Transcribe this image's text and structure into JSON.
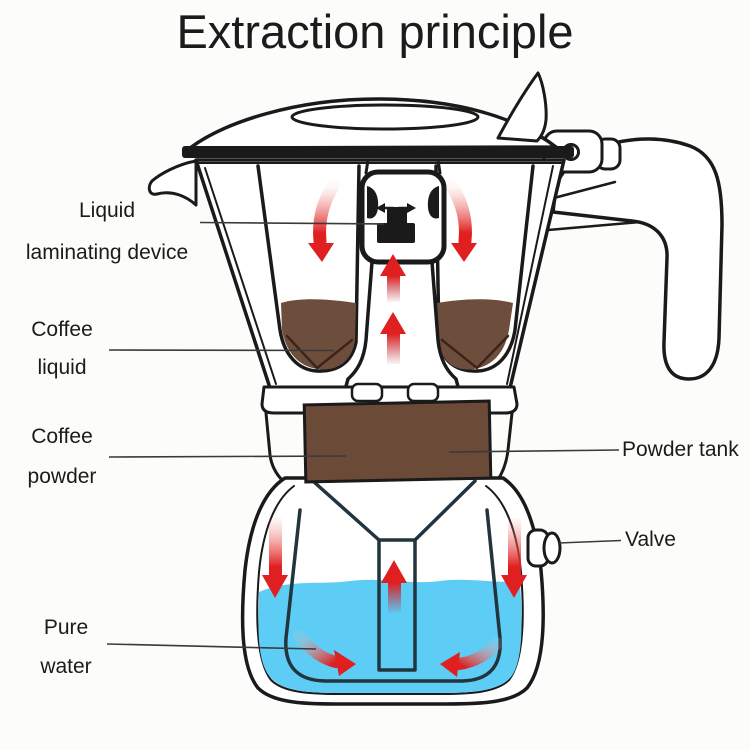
{
  "title": "Extraction principle",
  "labels": {
    "liquid_laminating_device": {
      "line1": "Liquid",
      "line2": "laminating device"
    },
    "coffee_liquid": {
      "line1": "Coffee",
      "line2": "liquid"
    },
    "coffee_powder": {
      "line1": "Coffee",
      "line2": "powder"
    },
    "pure_water": {
      "line1": "Pure",
      "line2": "water"
    },
    "powder_tank": "Powder tank",
    "valve": "Valve"
  },
  "colors": {
    "outline": "#1a1a1a",
    "coffee-liquid": "#6d4e3c",
    "coffee-powder": "#6b4a38",
    "water": "#5ecdf5",
    "funnel": "#22343d",
    "arrow-red": "#e02020",
    "background": "#fcfcfa",
    "text": "#1b1b1b"
  },
  "diagram": {
    "subject": "moka-pot-extraction-principle",
    "flow_arrows": [
      "steam-down-left-top-chamber",
      "steam-down-right-top-chamber",
      "coffee-up-center-column-upper",
      "coffee-up-center-column-lower",
      "water-down-left-boiler",
      "water-down-right-boiler",
      "water-up-center-tube",
      "water-circulate-bottom-left",
      "water-circulate-bottom-right"
    ]
  }
}
